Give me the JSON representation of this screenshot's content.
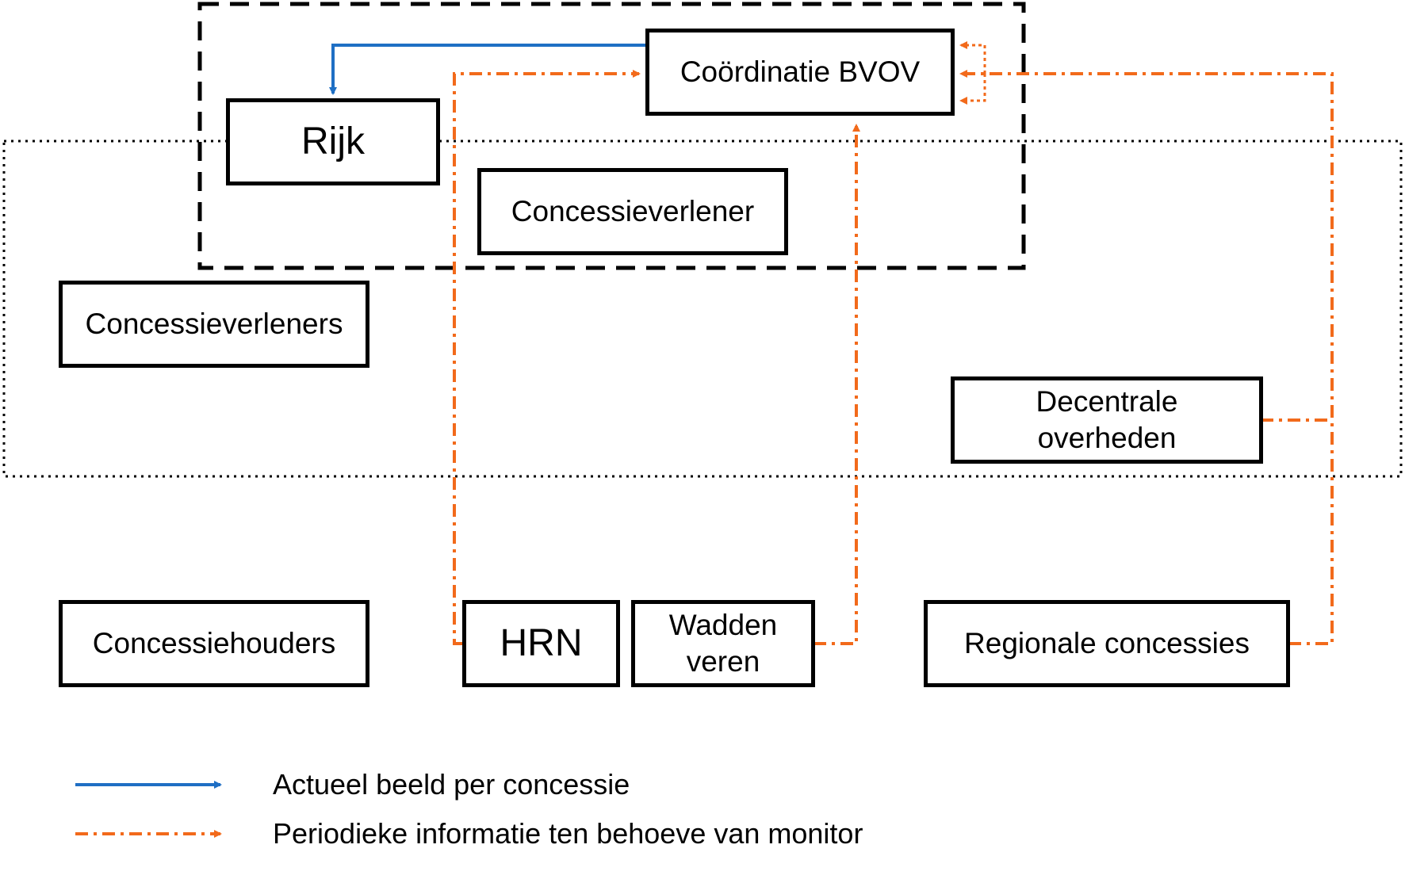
{
  "diagram": {
    "boxes": {
      "coordinatie": "Coördinatie BVOV",
      "rijk": "Rijk",
      "concessieverlener": "Concessieverlener",
      "concessieverleners": "Concessieverleners",
      "decentrale_line1": "Decentrale",
      "decentrale_line2": "overheden",
      "concessiehouders": "Concessiehouders",
      "hrn": "HRN",
      "wadden_line1": "Wadden",
      "wadden_line2": "veren",
      "regionale": "Regionale concessies"
    },
    "legend": {
      "actueel": "Actueel beeld per concessie",
      "periodiek": "Periodieke informatie ten behoeve van monitor"
    }
  },
  "colors": {
    "blue_arrow": "#1f6fc4",
    "orange_arrow": "#f26a1b",
    "box_border": "#000000"
  }
}
